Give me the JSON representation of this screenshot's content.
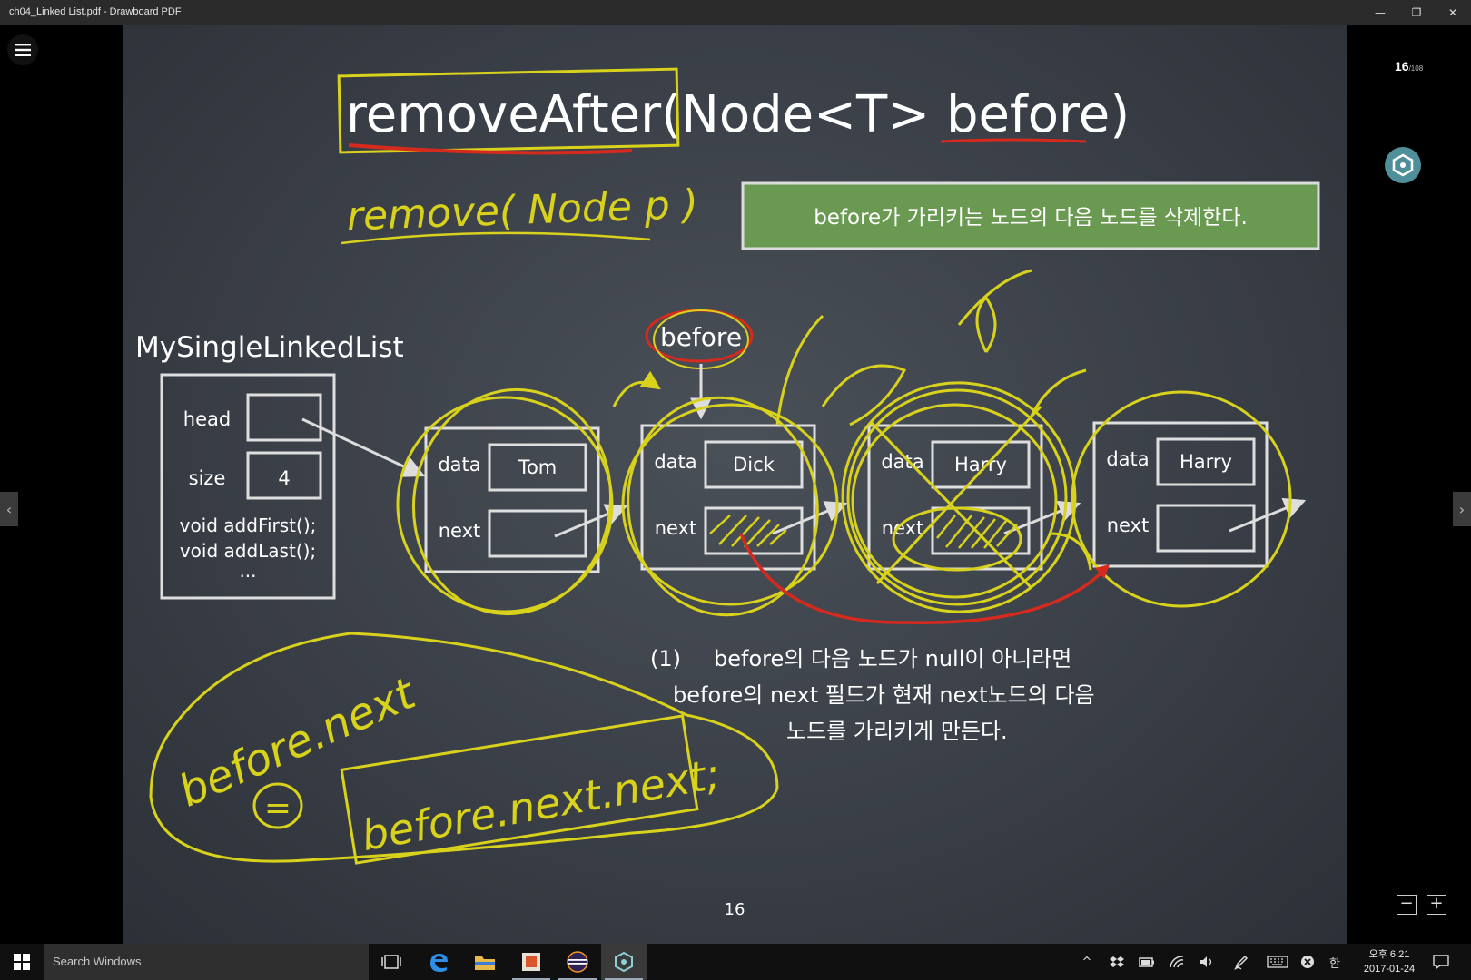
{
  "window": {
    "title": "ch04_Linked List.pdf - Drawboard PDF",
    "minimize_glyph": "—",
    "restore_glyph": "❐",
    "close_glyph": "✕"
  },
  "viewer": {
    "current_page": "16",
    "total_pages": "/108",
    "prev_arrow": "‹",
    "next_arrow": "›",
    "zoom_out": "−",
    "zoom_in": "+"
  },
  "slide": {
    "title": "removeAfter(Node<T> before)",
    "handwritten_alt": "remove( Node p )",
    "banner": "before가 가리키는 노드의 다음 노드를 삭제한다.",
    "list_class": "MySingleLinkedList",
    "head_label": "head",
    "size_label": "size",
    "size_value": "4",
    "method_1": "void addFirst();",
    "method_2": "void addLast();",
    "ellipsis": "...",
    "before_label": "before",
    "nodes": [
      {
        "data_label": "data",
        "value": "Tom",
        "next_label": "next"
      },
      {
        "data_label": "data",
        "value": "Dick",
        "next_label": "next"
      },
      {
        "data_label": "data",
        "value": "Harry",
        "next_label": "next"
      },
      {
        "data_label": "data",
        "value": "Harry",
        "next_label": "next"
      }
    ],
    "explanation_num": "(1)",
    "explanation_line1": "before의 다음 노드가 null이 아니라면",
    "explanation_line2": "before의 next 필드가 현재 next노드의 다음",
    "explanation_line3": "노드를 가리키게 만든다.",
    "handwritten_lhs": "before.next",
    "handwritten_eq": "=",
    "handwritten_rhs": "before.next.next;",
    "page_number": "16"
  },
  "taskbar": {
    "search_placeholder": "Search Windows",
    "clock_time": "오후 6:21",
    "clock_date": "2017-01-24",
    "ime_label": "한",
    "tray_up": "^"
  },
  "colors": {
    "chalkboard": "#3a3f47",
    "annotation_yellow": "#d8d21c",
    "annotation_red": "#d62a1e",
    "banner_green": "#6a9a52",
    "accent_teal": "#4f8f9a"
  }
}
